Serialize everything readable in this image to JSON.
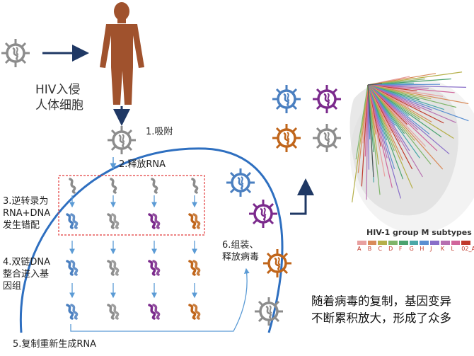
{
  "labels": {
    "hiv_entry": [
      "HIV入侵",
      "人体细胞"
    ],
    "step1": "1.吸附",
    "step2": "2.释放RNA",
    "step3": [
      "3.逆转录为",
      "RNA+DNA",
      "发生错配"
    ],
    "step4": [
      "4.双链DNA",
      "整合进入基",
      "因组"
    ],
    "step5": "5.复制重新生成RNA",
    "step6": [
      "6.组装、",
      "释放病毒"
    ]
  },
  "tree": {
    "title": "HIV-1 group M subtypes",
    "legend": [
      "A",
      "B",
      "C",
      "D",
      "F",
      "G",
      "H",
      "J",
      "K",
      "L",
      "02_A"
    ],
    "legend_colors": [
      "#e8a0a0",
      "#d98b5a",
      "#b5b04a",
      "#7fb56a",
      "#4aa36f",
      "#4aa8a8",
      "#5a8fd1",
      "#8a6fc9",
      "#b76fb0",
      "#d1669b",
      "#c0392b"
    ]
  },
  "summary": [
    "随着病毒的复制，基因变异",
    "不断累积放大，形成了众多"
  ],
  "colors": {
    "virus_gray": "#8c8c8c",
    "virus_blue": "#4a7fc0",
    "virus_purple": "#7b2a8c",
    "virus_orange": "#c0651a",
    "human": "#a0522d",
    "arrow_dark": "#1f3864",
    "cell_outline": "#2e6fc0",
    "dashed_box": "#e23a3a"
  }
}
